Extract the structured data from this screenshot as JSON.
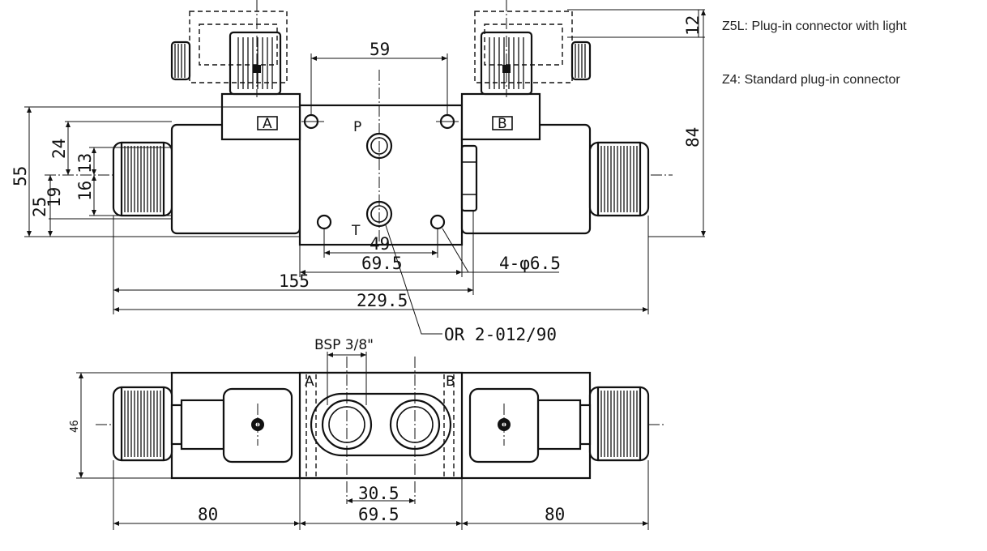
{
  "legend": {
    "z5l": "Z5L: Plug-in connector with light",
    "z4": "Z4: Standard plug-in connector"
  },
  "top_view": {
    "port_a": "A",
    "port_b": "B",
    "port_p": "P",
    "port_t": "T",
    "dim_59": "59",
    "dim_12": "12",
    "dim_84": "84",
    "dim_55": "55",
    "dim_24": "24",
    "dim_13": "13",
    "dim_16": "16",
    "dim_19": "19",
    "dim_25": "25",
    "dim_49": "49",
    "dim_69_5": "69.5",
    "dim_holes": "4-φ6.5",
    "dim_155": "155",
    "dim_229_5": "229.5",
    "oring": "OR 2-012/90"
  },
  "bottom_view": {
    "port_size": "BSP 3/8\"",
    "port_a": "A",
    "port_b": "B",
    "dim_46": "46",
    "dim_30_5": "30.5",
    "dim_80_left": "80",
    "dim_69_5": "69.5",
    "dim_80_right": "80"
  }
}
